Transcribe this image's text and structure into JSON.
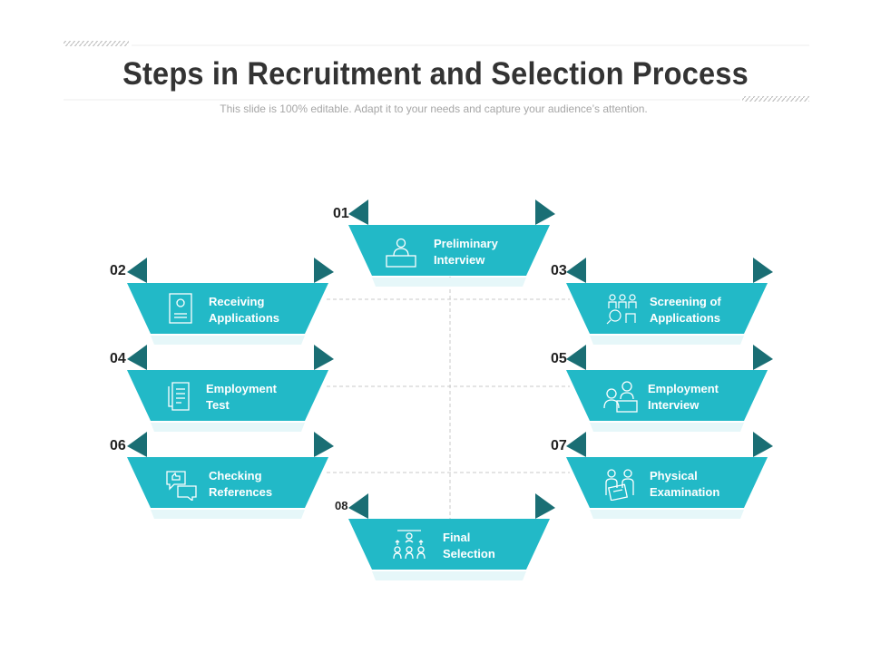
{
  "slide": {
    "title": "Steps in Recruitment and Selection Process",
    "subtitle": "This slide is 100% editable. Adapt it to your needs and capture your audience’s attention."
  },
  "colors": {
    "accent": "#22b9c7",
    "accent_dark": "#168f99",
    "fold": "#1a6e74",
    "connector": "#c8c8c8"
  },
  "steps": [
    {
      "number": "01",
      "line1": "Preliminary",
      "line2": "Interview",
      "icon": "interview-desk-icon"
    },
    {
      "number": "02",
      "line1": "Receiving",
      "line2": "Applications",
      "icon": "application-document-icon"
    },
    {
      "number": "03",
      "line1": "Screening of",
      "line2": "Applications",
      "icon": "screening-people-icon"
    },
    {
      "number": "04",
      "line1": "Employment",
      "line2": "Test",
      "icon": "test-paper-icon"
    },
    {
      "number": "05",
      "line1": "Employment",
      "line2": "Interview",
      "icon": "interview-meeting-icon"
    },
    {
      "number": "06",
      "line1": "Checking",
      "line2": "References",
      "icon": "chat-references-icon"
    },
    {
      "number": "07",
      "line1": "Physical",
      "line2": "Examination",
      "icon": "medical-exam-icon"
    },
    {
      "number": "08",
      "line1": "Final",
      "line2": "Selection",
      "icon": "team-selection-icon"
    }
  ]
}
